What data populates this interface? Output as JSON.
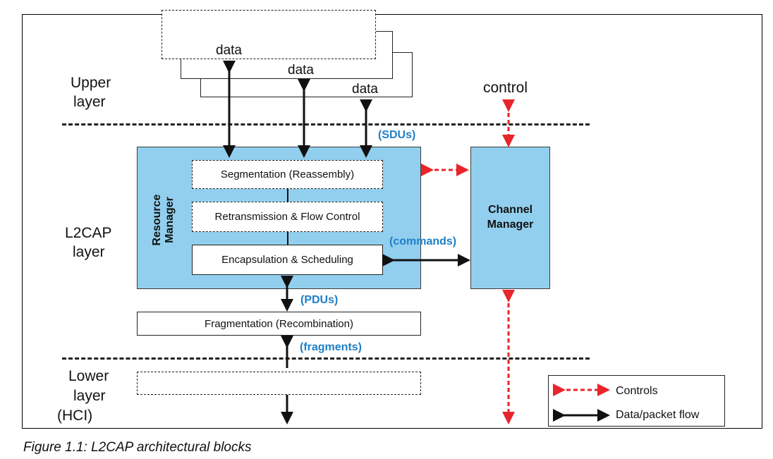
{
  "upper_layer_label": [
    "Upper",
    "layer"
  ],
  "l2cap_layer_label": [
    "L2CAP",
    "layer"
  ],
  "lower_layer_label": [
    "Lower",
    "layer",
    "(HCI)"
  ],
  "data_labels": [
    "data",
    "data",
    "data"
  ],
  "control_label": "control",
  "sdus_label": "(SDUs)",
  "commands_label": "(commands)",
  "pdus_label": "(PDUs)",
  "fragments_label": "(fragments)",
  "resource_manager_label": [
    "Resource",
    "Manager"
  ],
  "segmentation_label": "Segmentation (Reassembly)",
  "retransmission_label": "Retransmission & Flow Control",
  "encapsulation_label": "Encapsulation & Scheduling",
  "channel_manager_label": [
    "Channel",
    "Manager"
  ],
  "fragmentation_label": "Fragmentation (Recombination)",
  "legend": {
    "controls": "Controls",
    "data_flow": "Data/packet flow"
  },
  "caption": "Figure 1.1:  L2CAP architectural blocks",
  "colors": {
    "block_fill": "#92cfee",
    "control_arrow": "#e8252b",
    "data_arrow": "#111111",
    "blue_text": "#1f7fc7"
  }
}
